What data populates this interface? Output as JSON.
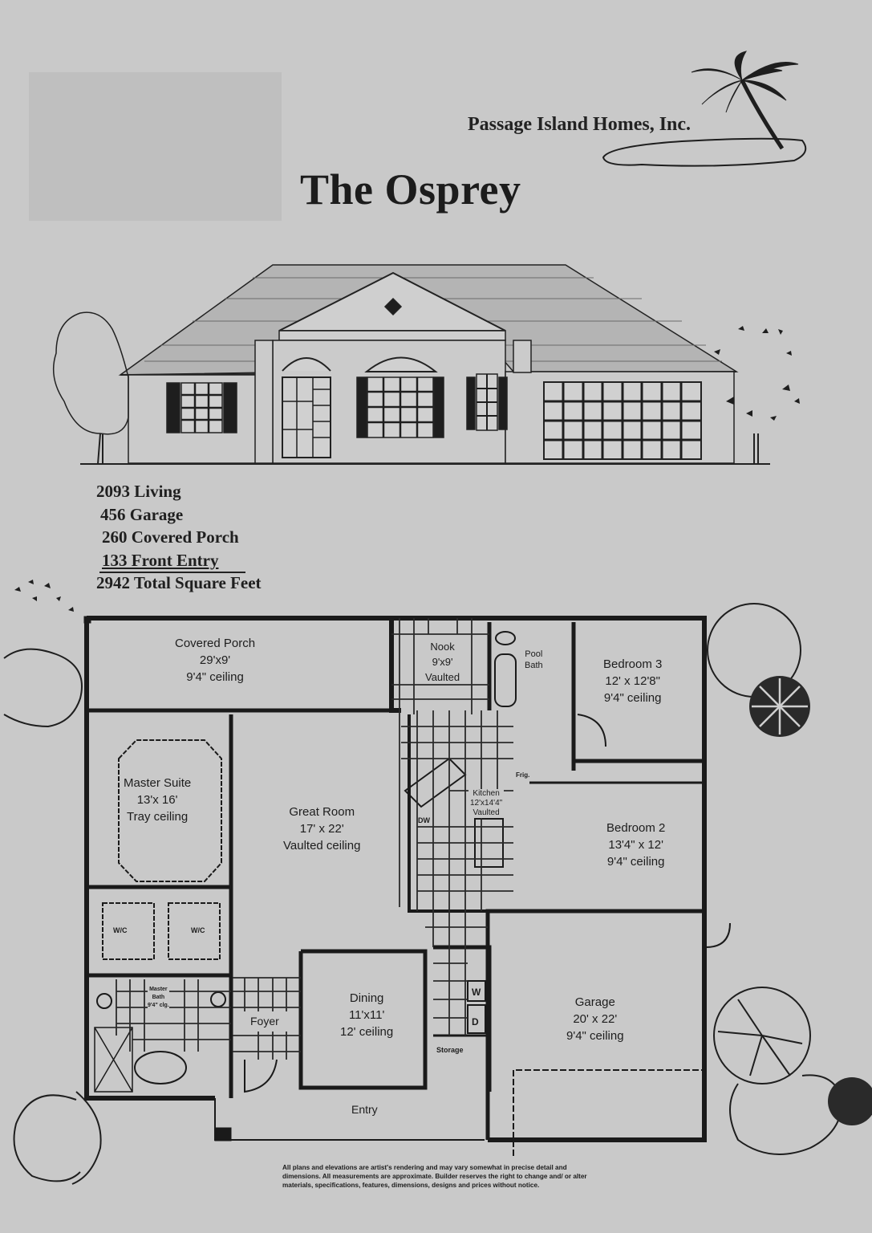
{
  "header": {
    "company_name": "Passage Island Homes, Inc.",
    "logo_icon": "palm-tree-island-icon",
    "plan_title": "The Osprey"
  },
  "elevation": {
    "icon": "house-front-elevation-drawing"
  },
  "square_footage": {
    "items": [
      {
        "value": "2093",
        "label": "Living"
      },
      {
        "value": "456",
        "label": "Garage"
      },
      {
        "value": "260",
        "label": "Covered Porch"
      },
      {
        "value": "133",
        "label": "Front Entry"
      }
    ],
    "total": {
      "value": "2942",
      "label": "Total Square Feet"
    },
    "lines": [
      "2093 Living",
      "456 Garage",
      "260 Covered Porch",
      "133 Front Entry",
      "2942 Total Square Feet"
    ]
  },
  "floor_plan": {
    "rooms": {
      "covered_porch": {
        "name": "Covered Porch",
        "size": "29'x9'",
        "ceiling": "9'4\" ceiling"
      },
      "nook": {
        "name": "Nook",
        "size": "9'x9'",
        "ceiling": "Vaulted"
      },
      "pool_bath": {
        "name": "Pool",
        "name2": "Bath"
      },
      "bedroom3": {
        "name": "Bedroom 3",
        "size": "12' x 12'8\"",
        "ceiling": "9'4\" ceiling"
      },
      "master_suite": {
        "name": "Master Suite",
        "size": "13'x 16'",
        "ceiling": "Tray ceiling"
      },
      "great_room": {
        "name": "Great Room",
        "size": "17' x 22'",
        "ceiling": "Vaulted ceiling"
      },
      "kitchen": {
        "name": "Kitchen",
        "size": "12'x14'4\"",
        "ceiling": "Vaulted"
      },
      "bedroom2": {
        "name": "Bedroom 2",
        "size": "13'4\" x 12'",
        "ceiling": "9'4\" ceiling"
      },
      "wic_left": {
        "name": "W/C"
      },
      "wic_right": {
        "name": "W/C"
      },
      "master_bath": {
        "name": "Master",
        "name2": "Bath",
        "ceiling": "9'4\" clg."
      },
      "foyer": {
        "name": "Foyer"
      },
      "dining": {
        "name": "Dining",
        "size": "11'x11'",
        "ceiling": "12' ceiling"
      },
      "garage": {
        "name": "Garage",
        "size": "20' x 22'",
        "ceiling": "9'4\" ceiling"
      },
      "storage": {
        "name": "Storage"
      },
      "entry": {
        "name": "Entry"
      }
    },
    "fixtures": {
      "fridge": "Frig.",
      "dishwasher": "DW",
      "washer": "W",
      "dryer": "D"
    }
  },
  "footer": {
    "disclaimer": "All plans and elevations are artist's rendering and may vary somewhat in precise detail and dimensions. All measurements are approximate. Builder reserves the right to change and/ or alter materials, specifications, features, dimensions, designs and prices without notice."
  }
}
